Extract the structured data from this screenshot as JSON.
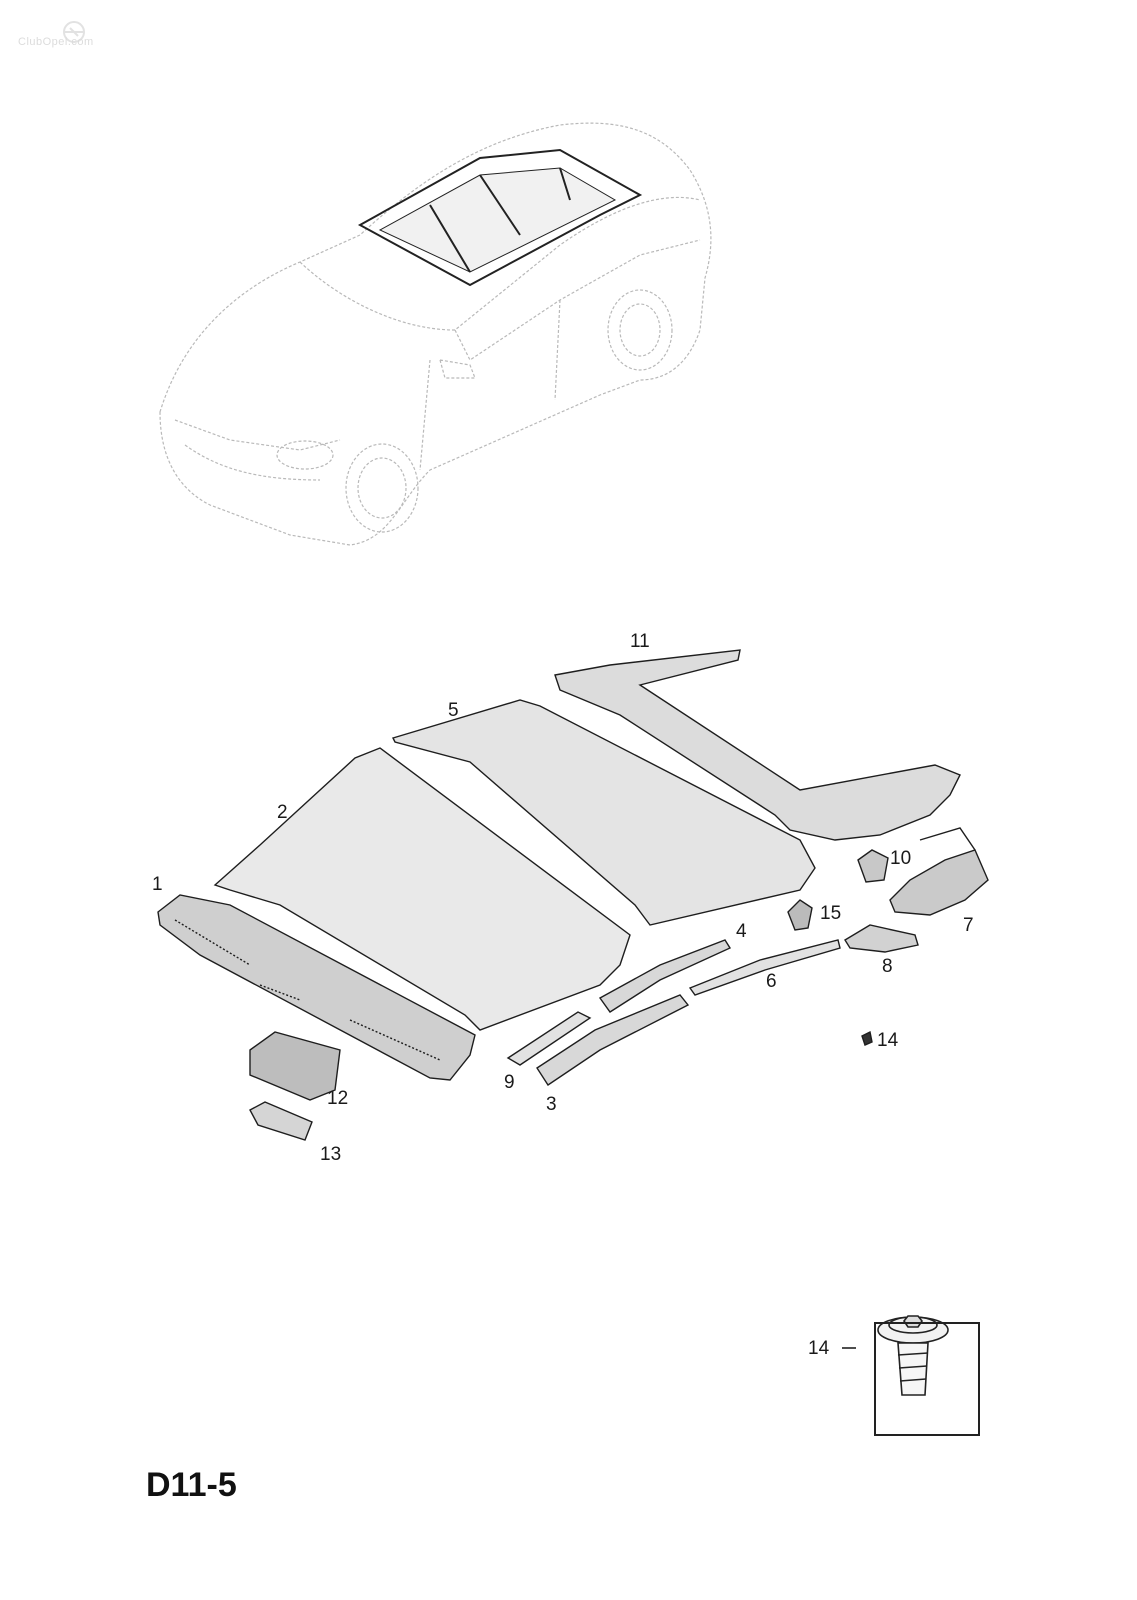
{
  "watermark": {
    "text": "ClubOpel.com"
  },
  "diagram_code": "D11-5",
  "callouts": [
    {
      "id": "1",
      "label": "1"
    },
    {
      "id": "2",
      "label": "2"
    },
    {
      "id": "3",
      "label": "3"
    },
    {
      "id": "4",
      "label": "4"
    },
    {
      "id": "5",
      "label": "5"
    },
    {
      "id": "6",
      "label": "6"
    },
    {
      "id": "7",
      "label": "7"
    },
    {
      "id": "8",
      "label": "8"
    },
    {
      "id": "9",
      "label": "9"
    },
    {
      "id": "10",
      "label": "10"
    },
    {
      "id": "11",
      "label": "11"
    },
    {
      "id": "12",
      "label": "12"
    },
    {
      "id": "13",
      "label": "13"
    },
    {
      "id": "14",
      "label": "14"
    },
    {
      "id": "15",
      "label": "15"
    }
  ],
  "detail": {
    "label": "14"
  }
}
